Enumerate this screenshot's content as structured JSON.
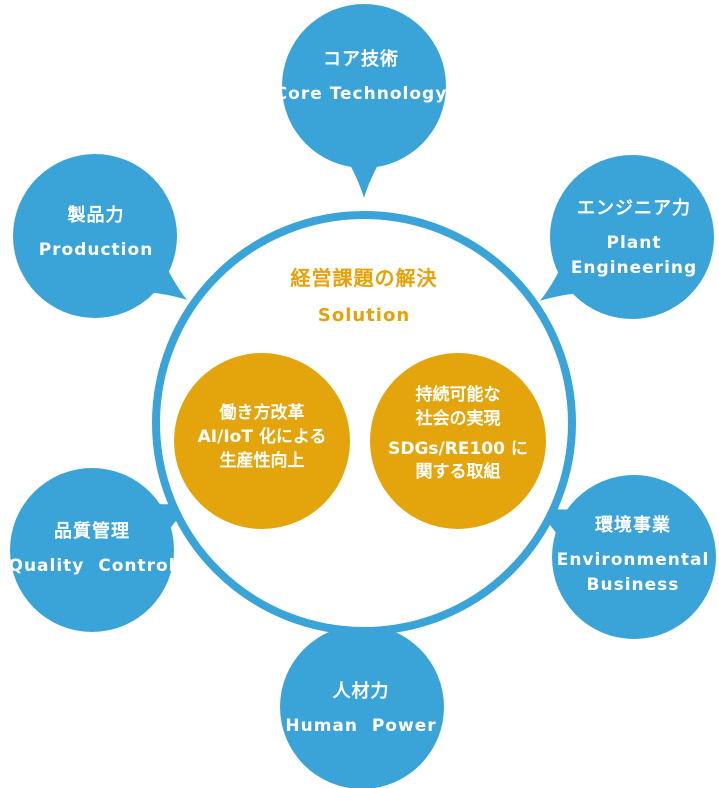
{
  "colors": {
    "blue": "#3aa3d8",
    "gold": "#e3a50b",
    "center_text": "#e6a20a"
  },
  "center": {
    "title": "経営課題の解決",
    "subtitle": "Solution"
  },
  "inner": [
    {
      "lines": [
        "働き方改革",
        "AI/IoT 化による",
        "生産性向上"
      ]
    },
    {
      "lines": [
        "持続可能な",
        "社会の実現",
        "SDGs/RE100 に",
        "関する取組"
      ]
    }
  ],
  "satellites": [
    {
      "name": "core-technology",
      "jp": "コア技術",
      "en": [
        "Core Technology"
      ]
    },
    {
      "name": "plant-engineering",
      "jp": "エンジニア力",
      "en": [
        "Plant",
        "Engineering"
      ]
    },
    {
      "name": "environmental-business",
      "jp": "環境事業",
      "en": [
        "Environmental",
        "Business"
      ]
    },
    {
      "name": "human-power",
      "jp": "人材力",
      "en": [
        "Human  Power"
      ]
    },
    {
      "name": "quality-control",
      "jp": "品質管理",
      "en": [
        "Quality  Control"
      ]
    },
    {
      "name": "production",
      "jp": "製品力",
      "en": [
        "Production"
      ]
    }
  ]
}
